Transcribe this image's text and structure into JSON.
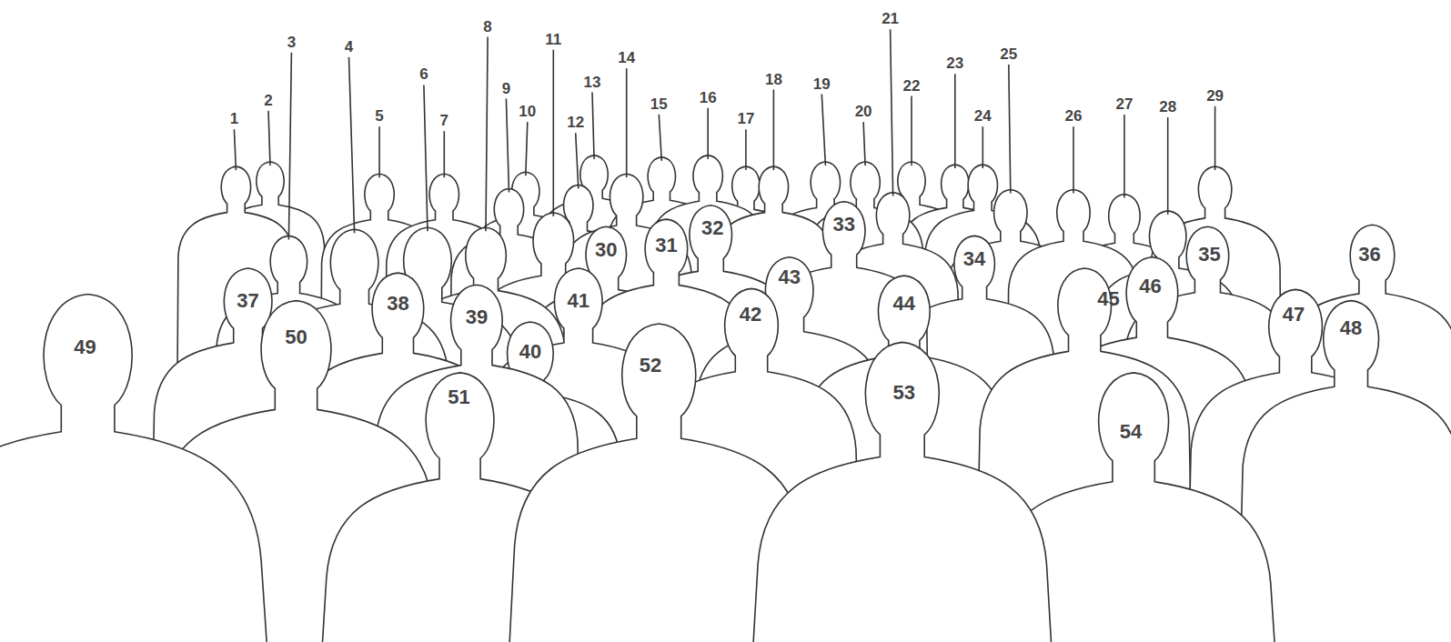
{
  "diagram": {
    "labels": [
      "1",
      "2",
      "3",
      "4",
      "5",
      "6",
      "7",
      "8",
      "9",
      "10",
      "11",
      "12",
      "13",
      "14",
      "15",
      "16",
      "17",
      "18",
      "19",
      "20",
      "21",
      "22",
      "23",
      "24",
      "25",
      "26",
      "27",
      "28",
      "29",
      "30",
      "31",
      "32",
      "33",
      "34",
      "35",
      "36",
      "37",
      "38",
      "39",
      "40",
      "41",
      "42",
      "43",
      "44",
      "45",
      "46",
      "47",
      "48",
      "49",
      "50",
      "51",
      "52",
      "53",
      "54"
    ]
  }
}
